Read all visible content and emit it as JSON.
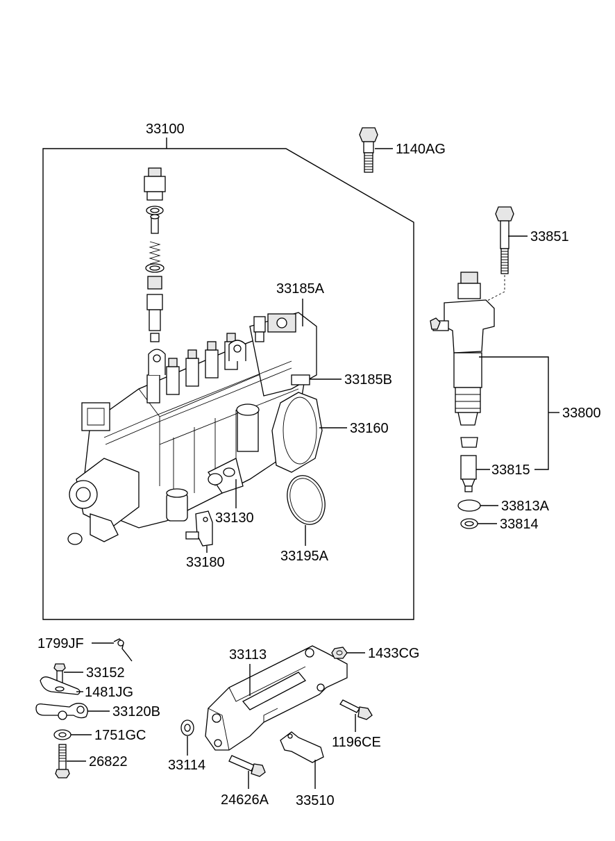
{
  "labels": {
    "l33100": "33100",
    "l1140AG": "1140AG",
    "l33851": "33851",
    "l33185A": "33185A",
    "l33185B": "33185B",
    "l33160": "33160",
    "l33800": "33800",
    "l33815": "33815",
    "l33813A": "33813A",
    "l33814": "33814",
    "l33130": "33130",
    "l33195A": "33195A",
    "l33180": "33180",
    "l1799JF": "1799JF",
    "l33152": "33152",
    "l1481JG": "1481JG",
    "l33120B": "33120B",
    "l1751GC": "1751GC",
    "l26822": "26822",
    "l33113": "33113",
    "l1433CG": "1433CG",
    "l1196CE": "1196CE",
    "l33114": "33114",
    "l24626A": "24626A",
    "l33510": "33510"
  }
}
